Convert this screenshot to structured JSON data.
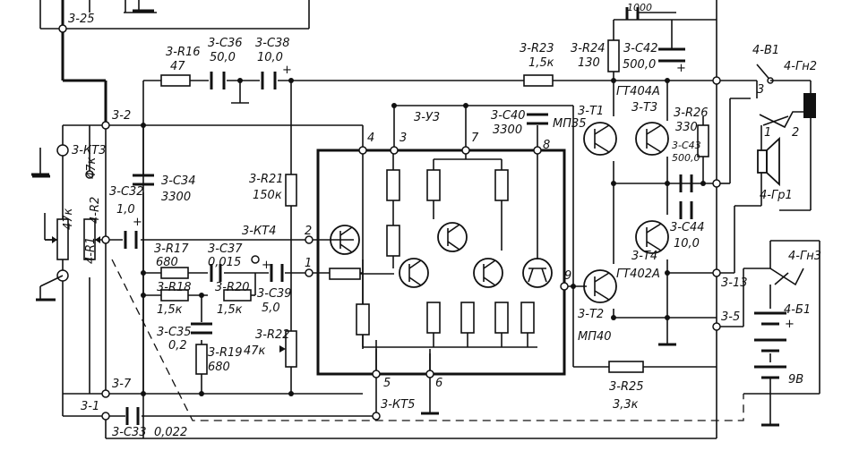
{
  "labels": {
    "c_top": "1000",
    "r16": "3-R16",
    "r16_val": "47",
    "c36": "3-C36",
    "c36_val": "50,0",
    "c38": "3-C38",
    "c38_val": "10,0",
    "r23": "3-R23",
    "r23_val": "1,5к",
    "r24": "3-R24",
    "r24_val": "130",
    "c42": "3-C42",
    "c42_val": "500,0",
    "v1": "4-В1",
    "gn2": "4-Гн2",
    "t3_type": "ГТ404А",
    "t1": "3-Т1",
    "t3": "3-Т3",
    "r26": "3-R26",
    "r26_val": "330",
    "c43": "3-С43",
    "c43_val": "500,0",
    "c40": "3-С40",
    "c40_val": "3300",
    "t1_type": "МП35",
    "u3": "3-У3",
    "gr1": "4-Гр1",
    "c34": "3-С34",
    "c34_val": "3300",
    "r21": "3-R21",
    "r21_val": "150к",
    "kt3": "3-КТ3",
    "c32": "3-С32",
    "c32_val": "1,0",
    "r1": "4-R1",
    "r1_val": "47к",
    "r2": "4-R2",
    "r2_val": "47к",
    "kt4": "3-КТ4",
    "c44": "3-С44",
    "c44_val": "10,0",
    "t4": "3-Т4",
    "t4_type": "ГТ402А",
    "gn3": "4-Гн3",
    "r17": "3-R17",
    "r17_val": "680",
    "c37": "3-С37",
    "c37_val": "0,015",
    "r18": "3-R18",
    "r18_val": "1,5к",
    "r20": "3-R20",
    "r20_val": "1,5к",
    "c39": "3-С39",
    "c39_val": "5,0",
    "c35": "3-С35",
    "c35_val": "0,2",
    "r19": "3-R19",
    "r19_val": "680",
    "r22": "3-R22",
    "r22_val": "47к",
    "t2": "3-Т2",
    "t2_type": "МП40",
    "b1": "4-Б1",
    "b1_val": "9В",
    "r25": "3-R25",
    "r25_val": "3,3к",
    "kt5": "3-КТ5",
    "c33": "3-С33",
    "c33_val": "0,022",
    "n25": "3-25",
    "n2": "3-2",
    "n7": "3-7",
    "n1": "3-1",
    "n13": "3-13",
    "n5": "3-5",
    "p1": "1",
    "p2": "2",
    "p3": "3",
    "p4": "4",
    "p5": "5",
    "p6": "6",
    "p7": "7",
    "p8": "8",
    "p9": "9",
    "sw1": "1",
    "sw2": "2",
    "sw3": "3",
    "plus": "+"
  }
}
